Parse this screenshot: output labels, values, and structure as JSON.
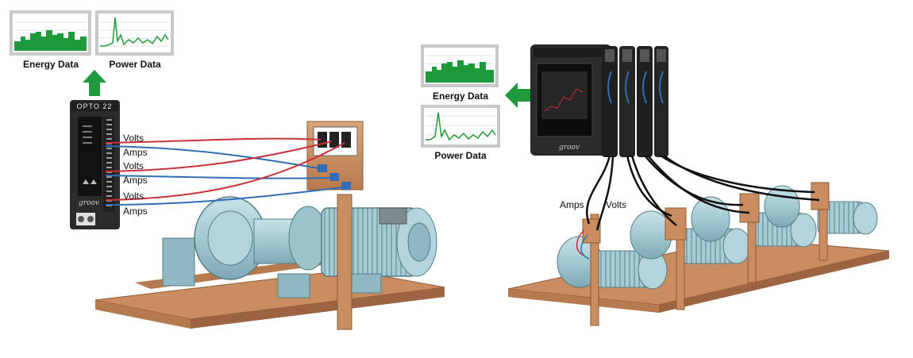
{
  "left": {
    "energy_label": "Energy Data",
    "power_label": "Power Data",
    "controller_brand": "OPTO 22",
    "controller_logo": "groov",
    "wire_labels": [
      "Volts",
      "Amps",
      "Volts",
      "Amps",
      "Volts",
      "Amps"
    ]
  },
  "right": {
    "energy_label": "Energy Data",
    "power_label": "Power Data",
    "device_logo": "groov",
    "amps_label": "Amps",
    "volts_label": "Volts"
  },
  "colors": {
    "accent_green": "#1e9a3c",
    "volts_wire": "#c8303a",
    "amps_wire": "#2f6db5",
    "wood": "#c98d5f",
    "motor": "#a9cdd5",
    "device": "#2b2b2b"
  },
  "icons": {
    "left_arrow": "up-arrow-icon",
    "right_arrow": "left-arrow-icon"
  }
}
